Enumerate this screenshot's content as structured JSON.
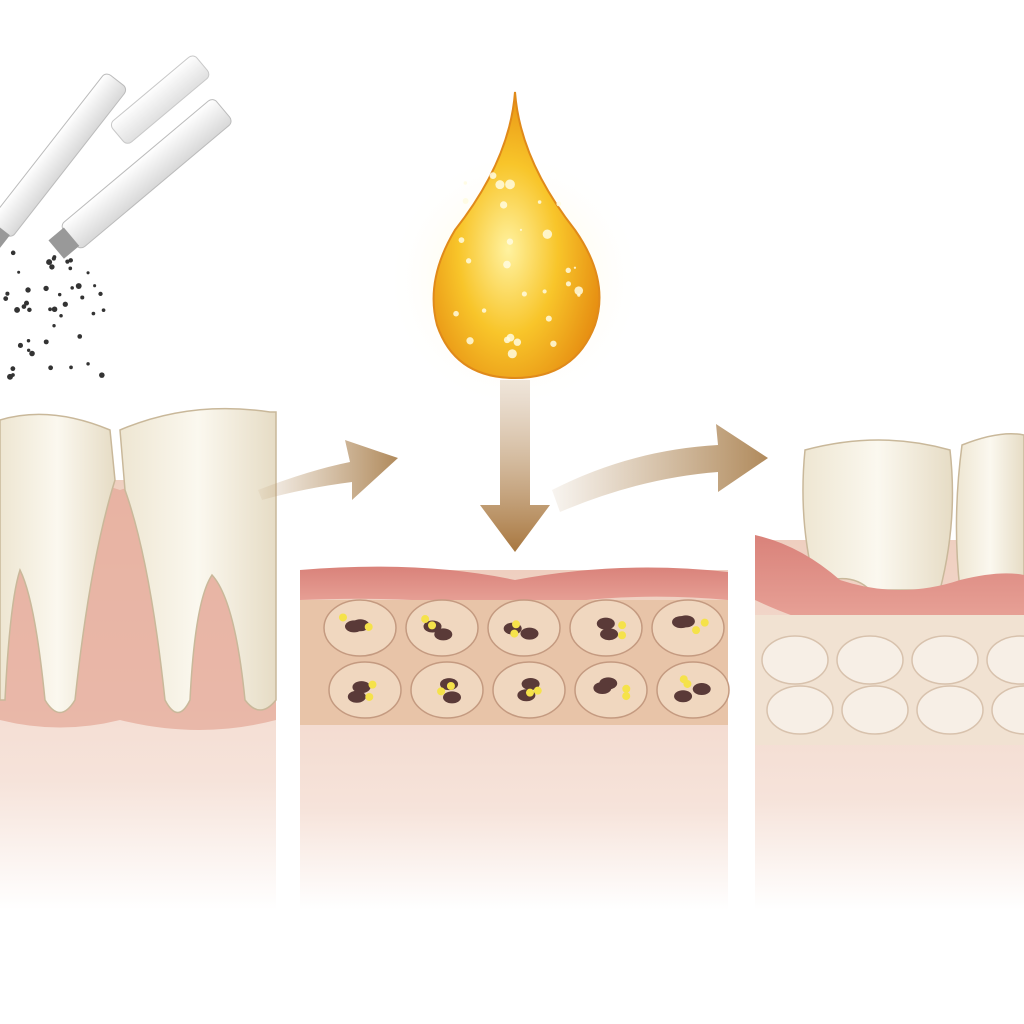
{
  "illustration": {
    "panels": [
      {
        "id": "before",
        "subject": "teeth-with-gums-and-tissue",
        "tool": "dental-applicators-spraying-particles"
      },
      {
        "id": "treatment",
        "subject": "gum-tissue-with-damaged-cells",
        "agent": "golden-oil-drop"
      },
      {
        "id": "after",
        "subject": "teeth-with-healthy-gum-and-cells"
      }
    ],
    "colors": {
      "gum": "#e9a49a",
      "gum_dark": "#d9857c",
      "tissue": "#f3d9cc",
      "tooth": "#f6f1e4",
      "drop": "#f6b51e",
      "arrow": "#b89468",
      "cell_clean": "#f7efe6",
      "cell_damaged_spot": "#5a3a38",
      "cell_glow": "#f5e24a"
    }
  }
}
